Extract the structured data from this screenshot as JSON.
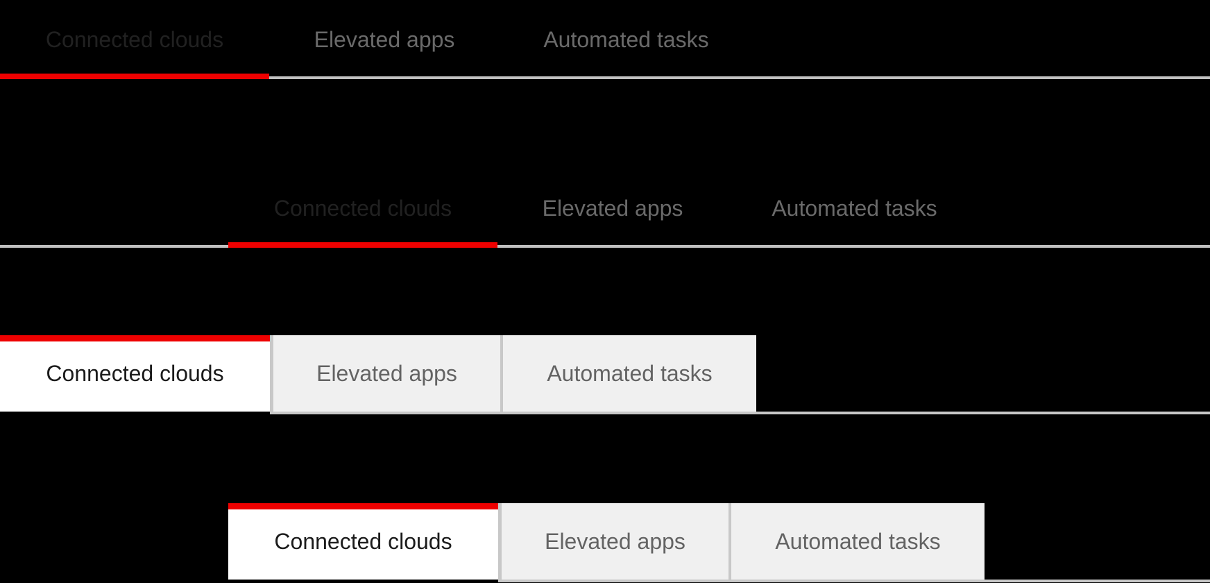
{
  "colors": {
    "background": "#000000",
    "accent_red": "#ee0000",
    "underline_track": "#c0c0c0",
    "box_border": "#c8c8c8",
    "inactive_tab_bg": "#f0f0f0",
    "active_tab_bg": "#ffffff",
    "underline_active_text": "#212121",
    "underline_inactive_text": "#6a6a6a",
    "box_active_text": "#1b1b1b",
    "box_inactive_text": "#636363"
  },
  "sections": [
    {
      "variant": "underline",
      "alignment": "flush-left",
      "tabs": [
        {
          "label": "Connected clouds",
          "state": "active"
        },
        {
          "label": "Elevated apps",
          "state": "inactive"
        },
        {
          "label": "Automated tasks",
          "state": "inactive"
        }
      ]
    },
    {
      "variant": "underline",
      "alignment": "indented",
      "tabs": [
        {
          "label": "Connected clouds",
          "state": "active"
        },
        {
          "label": "Elevated apps",
          "state": "inactive"
        },
        {
          "label": "Automated tasks",
          "state": "inactive"
        }
      ]
    },
    {
      "variant": "box",
      "alignment": "flush-left",
      "tabs": [
        {
          "label": "Connected clouds",
          "state": "active"
        },
        {
          "label": "Elevated apps",
          "state": "inactive"
        },
        {
          "label": "Automated tasks",
          "state": "inactive"
        }
      ]
    },
    {
      "variant": "box",
      "alignment": "indented",
      "tabs": [
        {
          "label": "Connected clouds",
          "state": "active"
        },
        {
          "label": "Elevated apps",
          "state": "inactive"
        },
        {
          "label": "Automated tasks",
          "state": "inactive"
        }
      ]
    }
  ]
}
